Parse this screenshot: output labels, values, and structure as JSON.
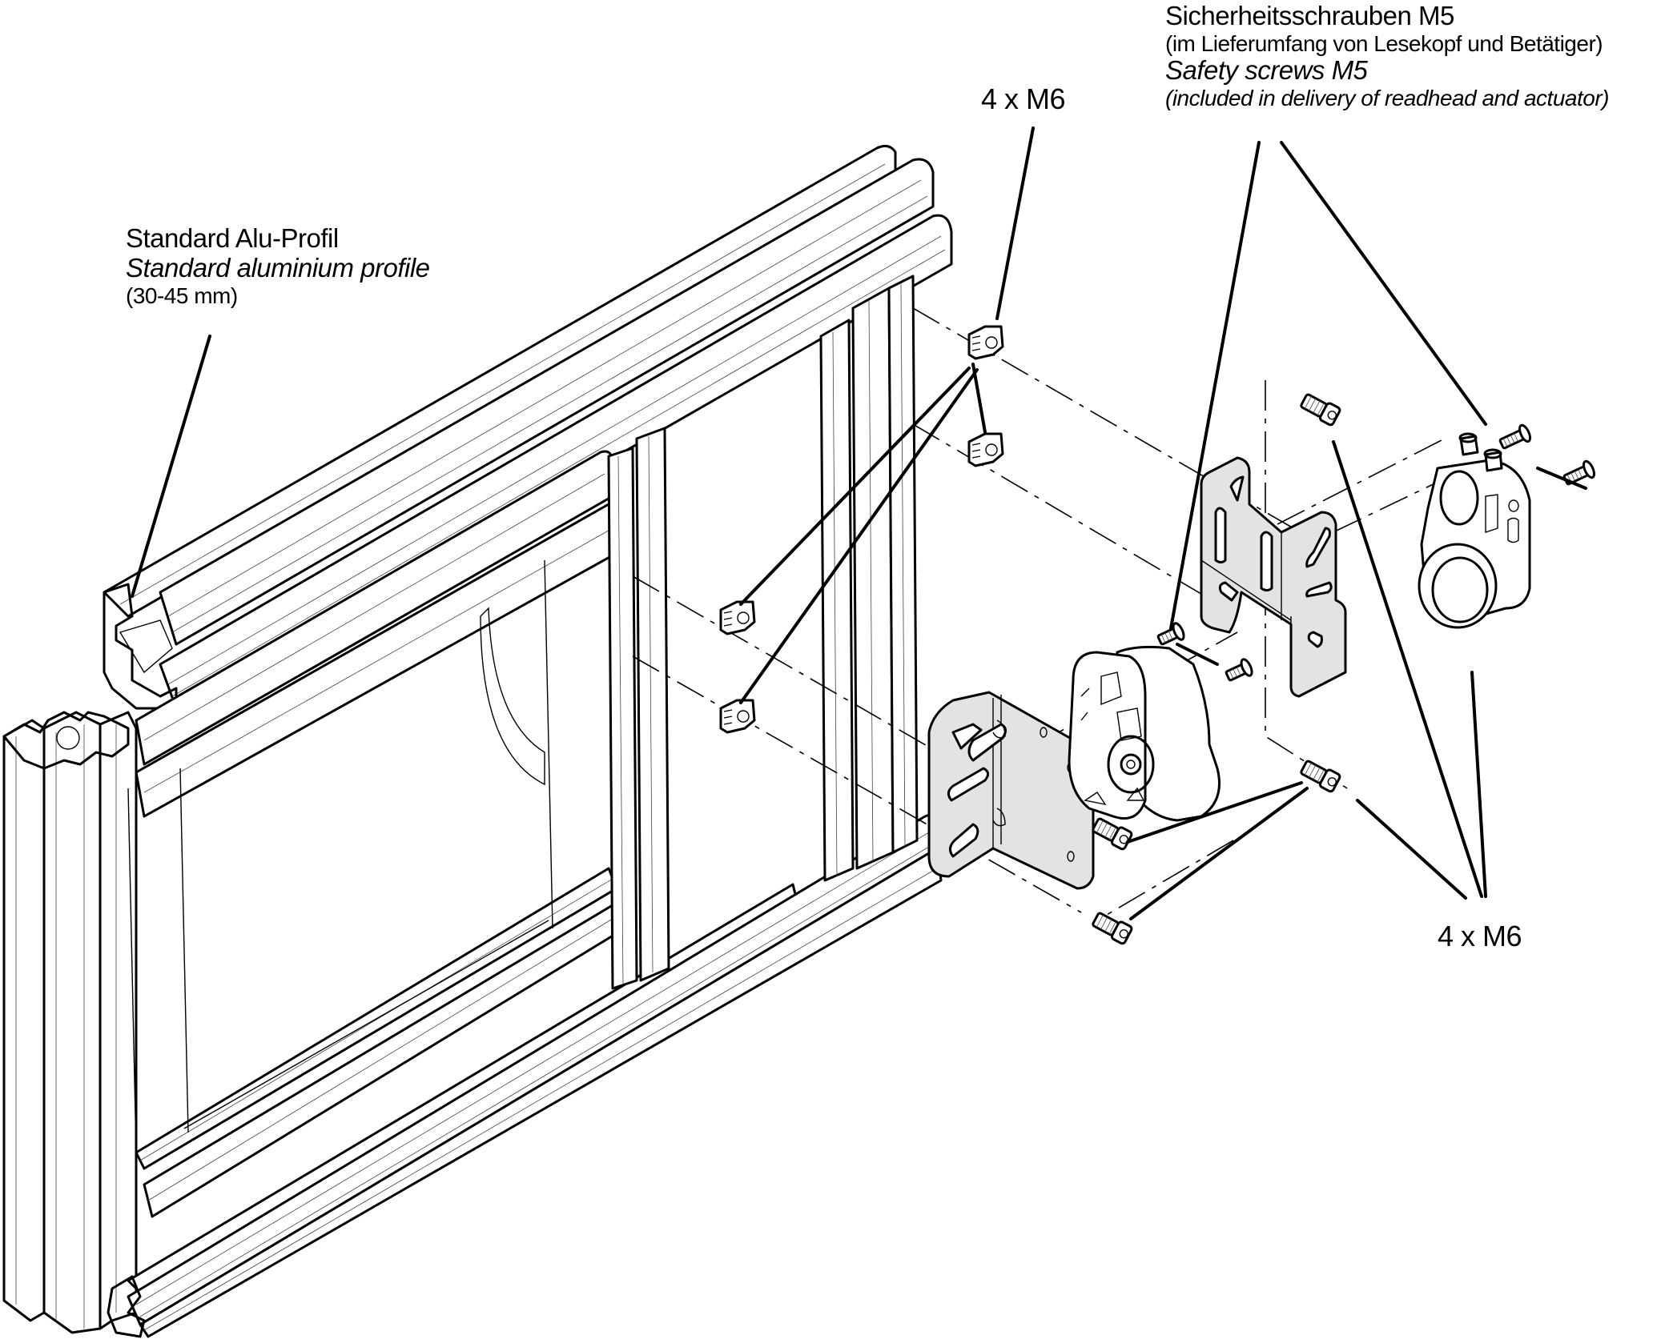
{
  "figure": {
    "type": "exploded assembly drawing",
    "labels": {
      "profile": {
        "de": "Standard Alu-Profil",
        "en": "Standard aluminium profile",
        "size": "(30-45 mm)"
      },
      "safety_screws": {
        "de": "Sicherheitsschrauben M5",
        "de_note": "(im Lieferumfang von Lesekopf und Betätiger)",
        "en": "Safety screws M5",
        "en_note": "(included in delivery of readhead and actuator)"
      },
      "nuts_top": "4 x M6",
      "screws_bottom": "4 x M6"
    },
    "parts": [
      {
        "id": "aluminium-frame",
        "name": "Standard aluminium profile frame"
      },
      {
        "id": "t-nuts",
        "name": "T-slot nuts",
        "count": 4,
        "thread": "M6"
      },
      {
        "id": "mounting-bracket-lower",
        "name": "Angle bracket (lower)"
      },
      {
        "id": "mounting-bracket-upper",
        "name": "Angle bracket (upper)"
      },
      {
        "id": "actuator",
        "name": "Actuator"
      },
      {
        "id": "readhead",
        "name": "Readhead"
      },
      {
        "id": "cap-screws",
        "name": "Socket head cap screws",
        "count": 4,
        "thread": "M6"
      },
      {
        "id": "safety-screws",
        "name": "Safety screws",
        "thread": "M5"
      }
    ],
    "colors": {
      "line": "#000000",
      "part_fill": "#e3e3e3",
      "background": "#ffffff"
    }
  }
}
